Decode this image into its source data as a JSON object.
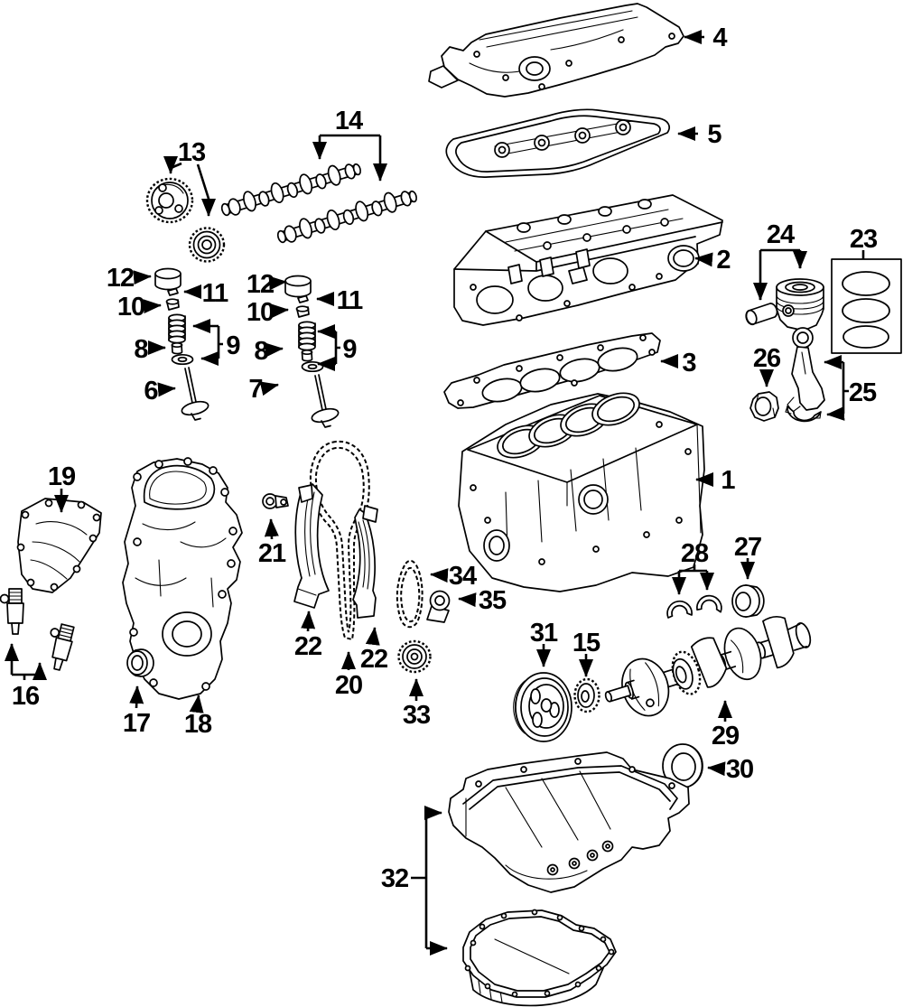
{
  "style": {
    "line_color": "#000000",
    "background": "#ffffff",
    "label_color": "#000000"
  },
  "labels": {
    "l1": "1",
    "l2": "2",
    "l3": "3",
    "l4": "4",
    "l5": "5",
    "l6": "6",
    "l7": "7",
    "l8": "8",
    "l9": "9",
    "l10": "10",
    "l11": "11",
    "l12": "12",
    "l13": "13",
    "l14": "14",
    "l15": "15",
    "l16": "16",
    "l17": "17",
    "l18": "18",
    "l19": "19",
    "l20": "20",
    "l21": "21",
    "l22": "22",
    "l23": "23",
    "l24": "24",
    "l25": "25",
    "l26": "26",
    "l27": "27",
    "l28": "28",
    "l29": "29",
    "l30": "30",
    "l31": "31",
    "l32": "32",
    "l33": "33",
    "l34": "34",
    "l35": "35"
  }
}
